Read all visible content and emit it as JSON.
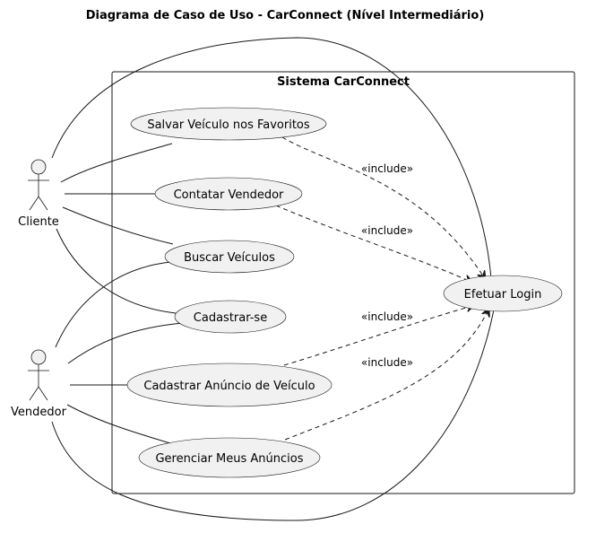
{
  "diagram": {
    "title": "Diagrama de Caso de Uso - CarConnect (Nível Intermediário)",
    "system_name": "Sistema CarConnect",
    "actors": {
      "cliente": "Cliente",
      "vendedor": "Vendedor"
    },
    "use_cases": {
      "salvar": "Salvar Veículo nos Favoritos",
      "contatar": "Contatar Vendedor",
      "buscar": "Buscar Veículos",
      "cadastrar_se": "Cadastrar-se",
      "cadastrar_anuncio": "Cadastrar Anúncio de Veículo",
      "gerenciar": "Gerenciar Meus Anúncios",
      "login": "Efetuar Login"
    },
    "include_label": "«include»"
  }
}
